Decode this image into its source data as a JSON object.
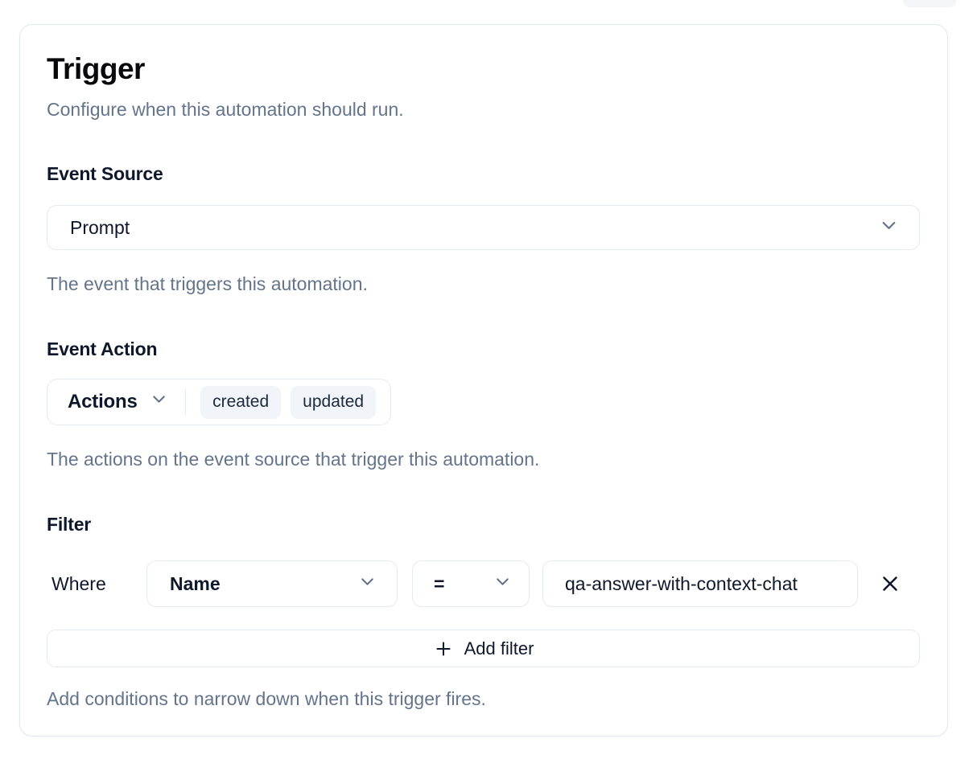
{
  "card": {
    "title": "Trigger",
    "subtitle": "Configure when this automation should run."
  },
  "event_source": {
    "label": "Event Source",
    "selected_value": "Prompt",
    "helper": "The event that triggers this automation."
  },
  "event_action": {
    "label": "Event Action",
    "dropdown_label": "Actions",
    "selected_actions": [
      "created",
      "updated"
    ],
    "helper": "The actions on the event source that trigger this automation."
  },
  "filter": {
    "label": "Filter",
    "where_label": "Where",
    "field_value": "Name",
    "operator_value": "=",
    "value": "qa-answer-with-context-chat",
    "add_button_label": "Add filter",
    "helper": "Add conditions to narrow down when this trigger fires."
  },
  "icons": {
    "chevron_down": "chevron-down",
    "close": "x",
    "plus": "+"
  },
  "colors": {
    "border": "#e2e8f0",
    "input_border": "#e5e9f0",
    "badge_bg": "#f1f5f9",
    "text": "#0f172a",
    "muted_text": "#64748b",
    "background": "#ffffff"
  }
}
